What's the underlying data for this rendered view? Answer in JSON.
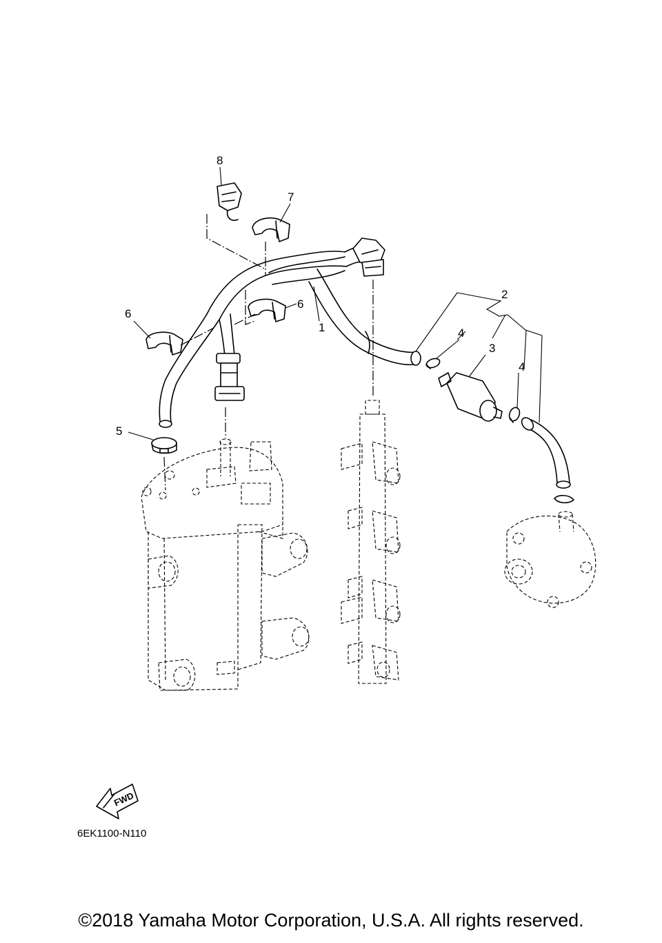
{
  "callouts": [
    "1",
    "2",
    "3",
    "4",
    "4",
    "5",
    "6",
    "6",
    "7",
    "8"
  ],
  "fwd_label": "FWD",
  "diagram_code": "6EK1100-N110",
  "copyright": "©2018 Yamaha Motor Corporation, U.S.A. All rights reserved."
}
